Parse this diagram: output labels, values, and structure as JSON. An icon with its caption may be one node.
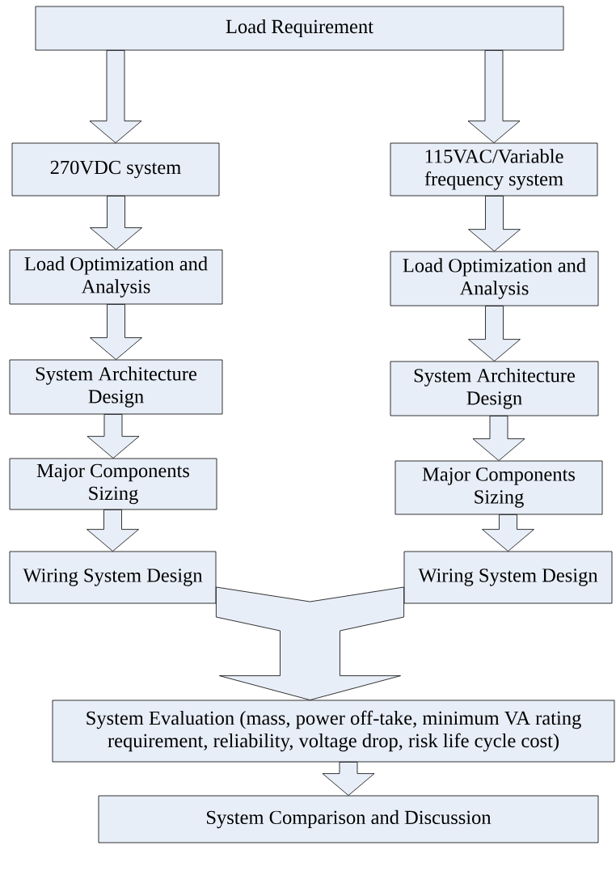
{
  "diagram": {
    "nodes": [
      {
        "text": [
          "Load Requirement"
        ]
      },
      {
        "text": [
          "270VDC system"
        ]
      },
      {
        "text": [
          "115VAC/Variable frequency system"
        ]
      },
      {
        "text": [
          "Load Optimization and Analysis"
        ]
      },
      {
        "text": [
          "Load Optimization and Analysis"
        ]
      },
      {
        "text": [
          "System Architecture Design"
        ]
      },
      {
        "text": [
          "System Architecture Design"
        ]
      },
      {
        "text": [
          "Major Components Sizing"
        ]
      },
      {
        "text": [
          "Major Components Sizing"
        ]
      },
      {
        "text": [
          "Wiring System Design"
        ]
      },
      {
        "text": [
          "Wiring System Design"
        ]
      },
      {
        "text": [
          "System Evaluation (mass, power off-take, minimum VA rating requirement, reliability, voltage drop, risk life cycle cost)"
        ]
      },
      {
        "text": [
          "System Comparison and Discussion"
        ]
      }
    ],
    "edges": [
      {
        "from": 0,
        "to": 1,
        "arrow": "to"
      },
      {
        "from": 0,
        "to": 2,
        "arrow": "to"
      },
      {
        "from": 1,
        "to": 3,
        "arrow": "to"
      },
      {
        "from": 2,
        "to": 4,
        "arrow": "to"
      },
      {
        "from": 3,
        "to": 5,
        "arrow": "to"
      },
      {
        "from": 4,
        "to": 6,
        "arrow": "to"
      },
      {
        "from": 5,
        "to": 7,
        "arrow": "to"
      },
      {
        "from": 6,
        "to": 8,
        "arrow": "to"
      },
      {
        "from": 7,
        "to": 9,
        "arrow": "to"
      },
      {
        "from": 8,
        "to": 10,
        "arrow": "to"
      },
      {
        "from": 9,
        "to": 11,
        "arrow": "to"
      },
      {
        "from": 10,
        "to": 11,
        "arrow": "to"
      },
      {
        "from": 11,
        "to": 12,
        "arrow": "to"
      }
    ]
  }
}
